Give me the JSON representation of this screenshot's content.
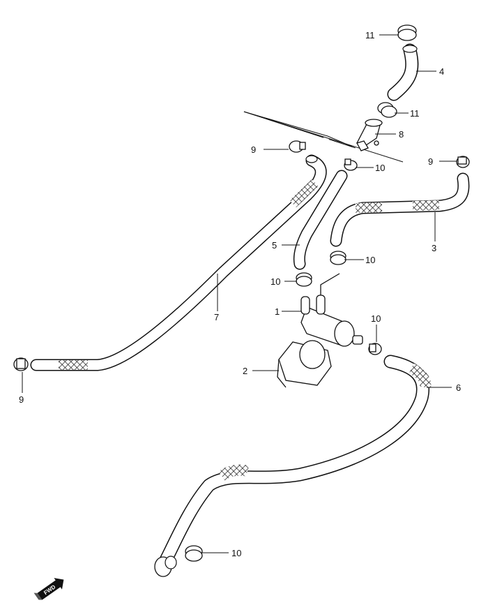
{
  "diagram": {
    "callouts": [
      {
        "id": "c11a",
        "label": "11"
      },
      {
        "id": "c4",
        "label": "4"
      },
      {
        "id": "c11b",
        "label": "11"
      },
      {
        "id": "c8",
        "label": "8"
      },
      {
        "id": "c9a",
        "label": "9"
      },
      {
        "id": "c10a",
        "label": "10"
      },
      {
        "id": "c9b",
        "label": "9"
      },
      {
        "id": "c5",
        "label": "5"
      },
      {
        "id": "c3",
        "label": "3"
      },
      {
        "id": "c10b",
        "label": "10"
      },
      {
        "id": "c10c",
        "label": "10"
      },
      {
        "id": "c1",
        "label": "1"
      },
      {
        "id": "c7",
        "label": "7"
      },
      {
        "id": "c10d",
        "label": "10"
      },
      {
        "id": "c2",
        "label": "2"
      },
      {
        "id": "c6",
        "label": "6"
      },
      {
        "id": "c9c",
        "label": "9"
      },
      {
        "id": "c10e",
        "label": "10"
      }
    ],
    "fwd_label": "FWD",
    "colors": {
      "line": "#111111",
      "background": "#ffffff",
      "hatch": "#111111"
    }
  }
}
